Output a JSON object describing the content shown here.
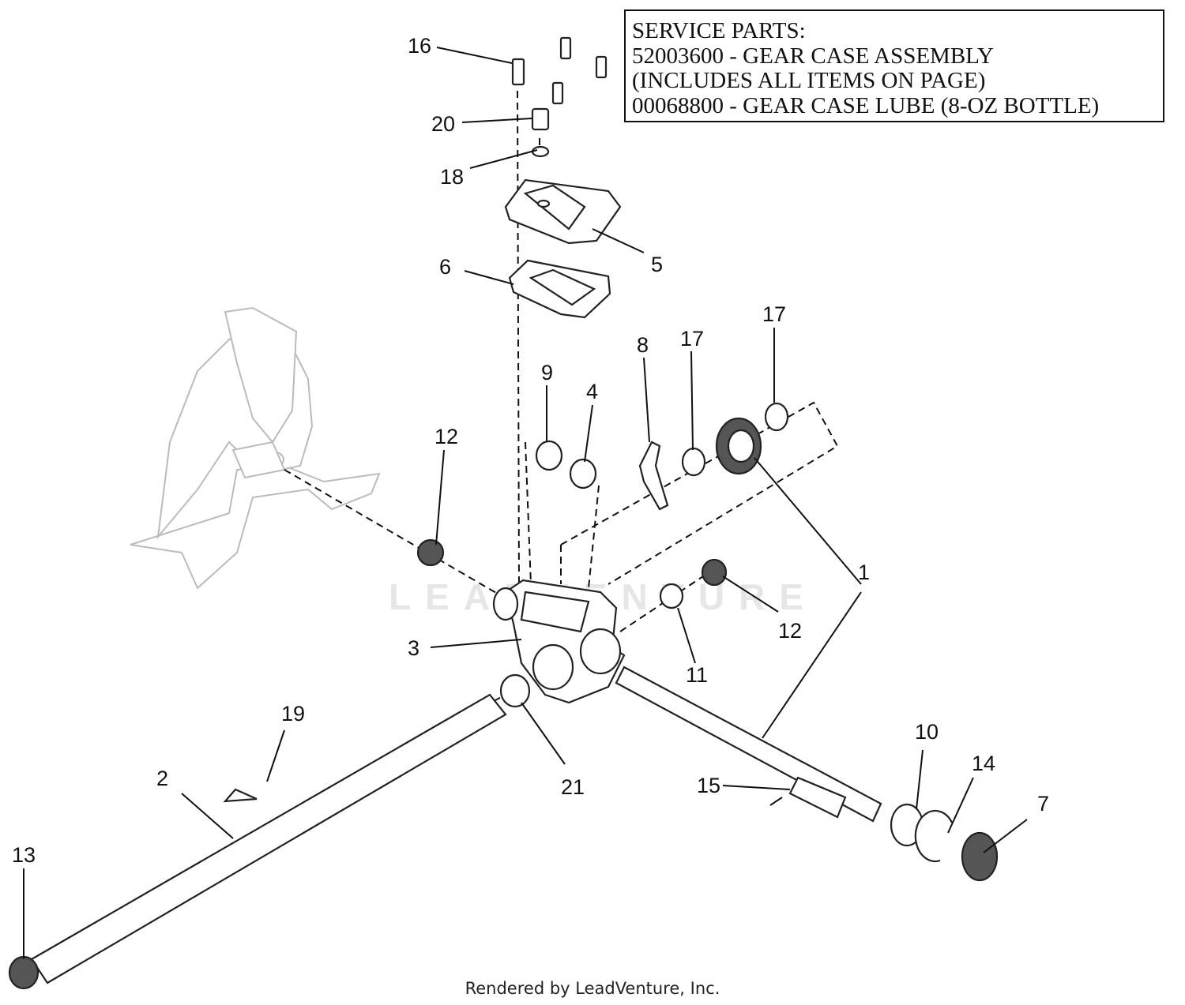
{
  "service_parts": {
    "title": "SERVICE PARTS:",
    "lines": [
      "52003600 - GEAR CASE ASSEMBLY",
      "(INCLUDES ALL ITEMS ON PAGE)",
      "00068800 - GEAR CASE LUBE (8-OZ BOTTLE)"
    ]
  },
  "callouts": [
    "16",
    "20",
    "18",
    "5",
    "6",
    "9",
    "4",
    "8",
    "17",
    "17",
    "12",
    "1",
    "12",
    "11",
    "3",
    "19",
    "21",
    "2",
    "10",
    "14",
    "15",
    "7",
    "13"
  ],
  "watermark": "LEADVENTURE",
  "footer": "Rendered by LeadVenture, Inc."
}
